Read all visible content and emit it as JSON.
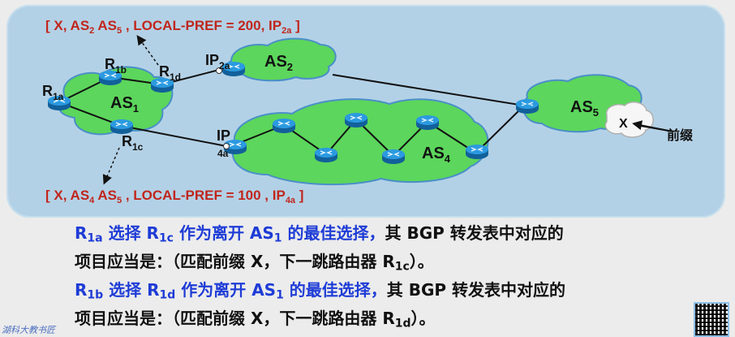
{
  "diagram": {
    "top_annotation": {
      "prefix": "[ X, AS",
      "s1": "2",
      "mid": " AS",
      "s2": "5",
      "rest": " , LOCAL-PREF = 200, IP",
      "s3": "2a",
      "end": " ]"
    },
    "bottom_annotation": {
      "prefix": "[ X, AS",
      "s1": "4",
      "mid": " AS",
      "s2": "5",
      "rest": " , LOCAL-PREF = 100 , IP",
      "s3": "4a",
      "end": " ]"
    },
    "as_labels": [
      {
        "name": "AS",
        "sub": "1"
      },
      {
        "name": "AS",
        "sub": "2"
      },
      {
        "name": "AS",
        "sub": "4"
      },
      {
        "name": "AS",
        "sub": "5"
      }
    ],
    "routers": [
      {
        "name": "R",
        "sub": "1a"
      },
      {
        "name": "R",
        "sub": "1b"
      },
      {
        "name": "R",
        "sub": "1c"
      },
      {
        "name": "R",
        "sub": "1d"
      }
    ],
    "interfaces": [
      {
        "name": "IP",
        "sub": "2a"
      },
      {
        "name": "IP",
        "sub": "4a"
      }
    ],
    "prefix_cloud": "X",
    "prefix_label": "前缀",
    "colors": {
      "as_cloud": "#5cd65c",
      "router": "#1e88c8",
      "annotation": "#c0261c",
      "panel": "#b3d1e6"
    }
  },
  "explanation": {
    "line1": {
      "r": "R",
      "r_sub": "1a",
      "t1": " 选择 R",
      "sel_sub": "1c",
      "t2": " 作为离开 AS",
      "as_sub": "1",
      "t3": " 的最佳选择，",
      "t4": "其 BGP 转发表中对应的"
    },
    "line2": {
      "t1": "项目应当是：（匹配前缀 X，下一跳路由器 R",
      "sub": "1c",
      "t2": "）。"
    },
    "line3": {
      "r": "R",
      "r_sub": "1b",
      "t1": " 选择 R",
      "sel_sub": "1d",
      "t2": " 作为离开 AS",
      "as_sub": "1",
      "t3": " 的最佳选择，",
      "t4": "其 BGP 转发表中对应的"
    },
    "line4": {
      "t1": "项目应当是：（匹配前缀 X，下一跳路由器 R",
      "sub": "1d",
      "t2": "）。"
    }
  },
  "watermark": "湖科大教书匠"
}
